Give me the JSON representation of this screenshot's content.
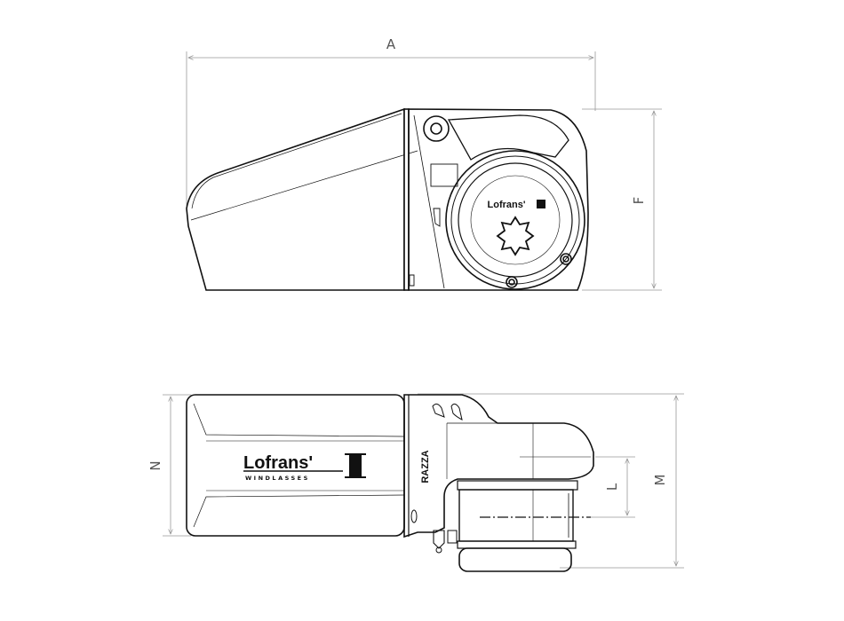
{
  "dimensions": {
    "a": "A",
    "f": "F",
    "n": "N",
    "l": "L",
    "m": "M"
  },
  "branding": {
    "logo": "Lofrans'",
    "tagline": "WINDLASSES",
    "model": "RAZZA"
  },
  "colors": {
    "outline": "#111111",
    "dimension": "#888888",
    "background": "#ffffff"
  }
}
